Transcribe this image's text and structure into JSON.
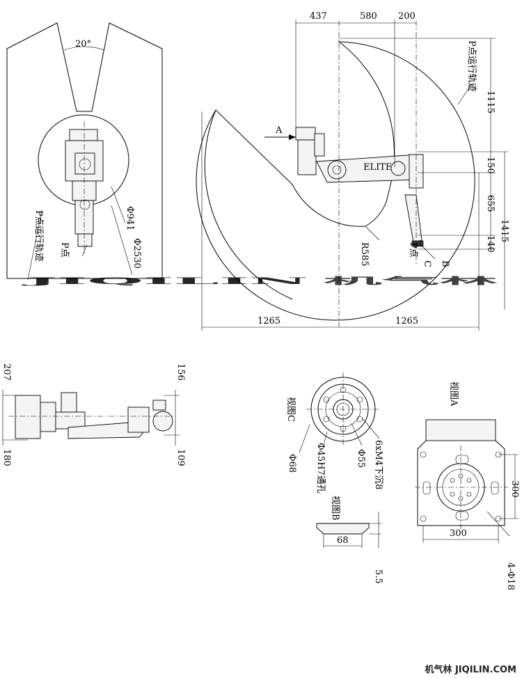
{
  "watermark": {
    "latin": "JIQILIN",
    "cjk": "机气林",
    "color": "#f0b8a4",
    "cjk_color": "#c9c9c9"
  },
  "footer": {
    "cjk": "机气林",
    "url": "JIQILIN.COM"
  },
  "top_view": {
    "angle": "20°",
    "dia_inner": "Φ941",
    "dia_outer": "Φ2530",
    "trajectory": "P点运行轨迹",
    "p_point": "P点"
  },
  "side_view": {
    "top_dims": [
      "437",
      "580",
      "200"
    ],
    "right_dims": [
      "1115",
      "150",
      "655",
      "140"
    ],
    "total_height": "1415",
    "bottom_dims": [
      "1265",
      "1265"
    ],
    "radius": "R585",
    "trajectory": "P点运行轨迹",
    "p_point": "P点",
    "view_a": "A",
    "view_b": "B",
    "view_c": "C",
    "arm_label": "ELITE"
  },
  "front_view": {
    "left_dims": [
      "207",
      "180"
    ],
    "right_dims": [
      "156",
      "109"
    ]
  },
  "view_c": {
    "title": "视图C",
    "dia_68": "Φ68",
    "hole": "Φ45H7通孔",
    "dia_55": "Φ55",
    "screws": "6xM4下沉8"
  },
  "view_b": {
    "title": "视图B",
    "width": "68",
    "depth": "5.5"
  },
  "view_a": {
    "title": "视图A",
    "width": "300",
    "height": "300",
    "holes": "4-Φ18"
  }
}
